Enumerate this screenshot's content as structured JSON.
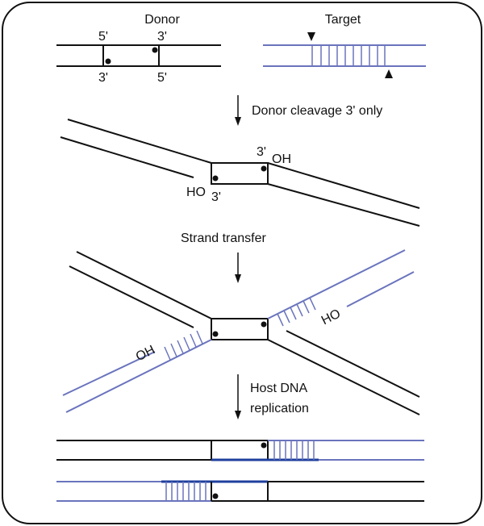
{
  "labels": {
    "donor": "Donor",
    "target": "Target",
    "donor_5p_top": "5'",
    "donor_3p_top": "3'",
    "donor_3p_bottom": "3'",
    "donor_5p_bottom": "5'",
    "step_cleavage": "Donor cleavage 3' only",
    "cleaved_3p": "3'",
    "cleaved_oh": "OH",
    "cleaved_ho": "HO",
    "cleaved_3p_bottom": "3'",
    "step_transfer": "Strand transfer",
    "transfer_oh": "OH",
    "transfer_ho": "HO",
    "step_replication_line1": "Host DNA",
    "step_replication_line2": "replication"
  },
  "colors": {
    "donor_dna": "#111111",
    "target_dna": "#6a74bd",
    "replicated_dna": "#1f3f9e",
    "frame": "#111111"
  }
}
